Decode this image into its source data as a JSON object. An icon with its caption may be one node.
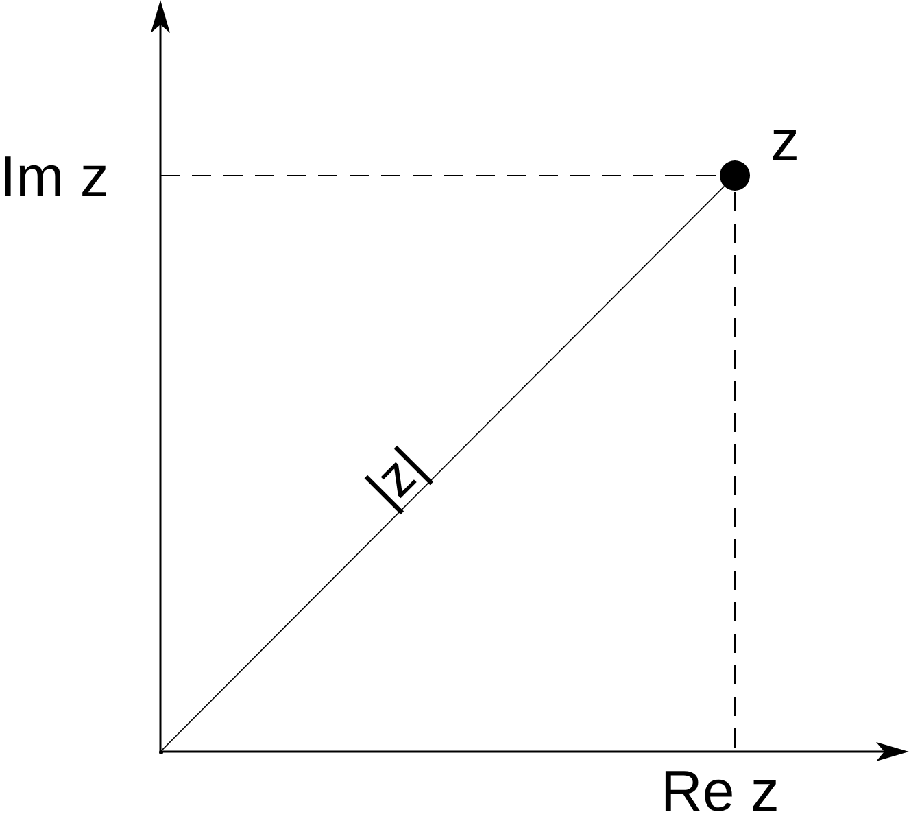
{
  "diagram": {
    "nodes": [
      {
        "text": [],
        "shape": "circle",
        "beside": [
          "z"
        ]
      },
      {
        "text": [],
        "shape": "point"
      }
    ],
    "edges": [
      {
        "from": 1,
        "to": 0,
        "arrow": "none",
        "label": "|z|"
      }
    ],
    "labels": [
      "Im z",
      "Re z"
    ]
  }
}
